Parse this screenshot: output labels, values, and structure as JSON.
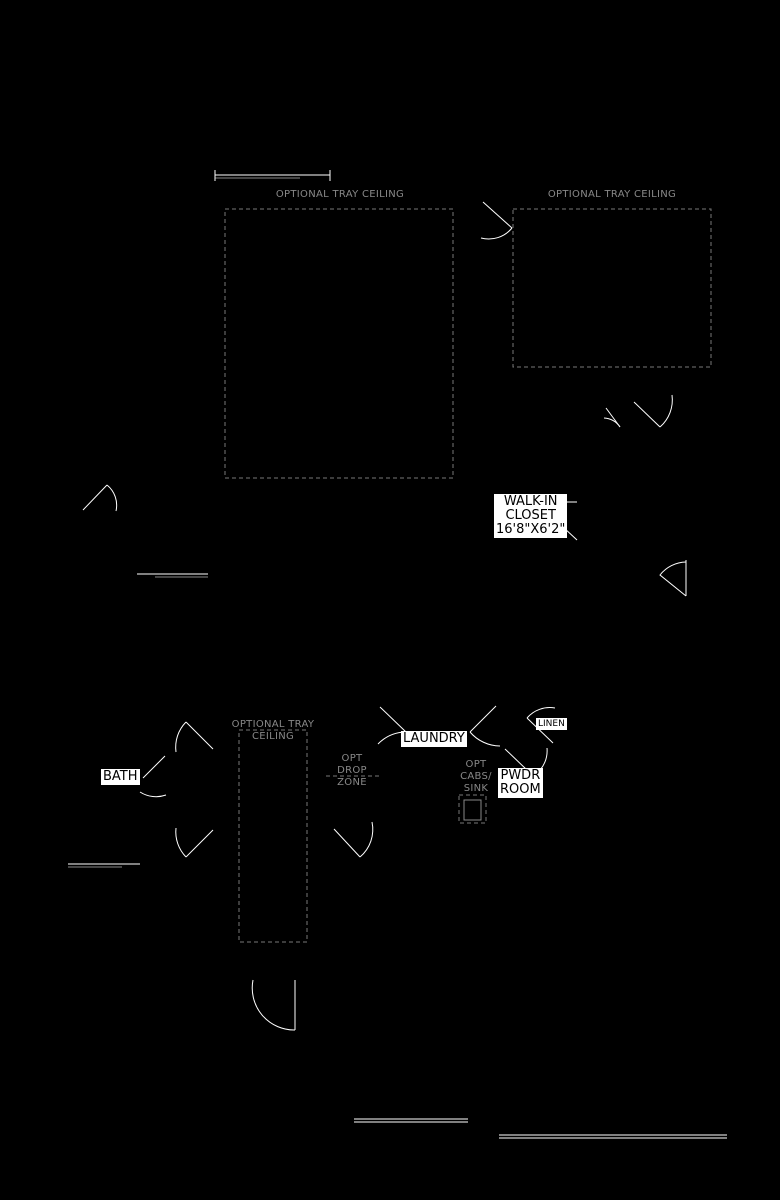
{
  "background_color": "#000000",
  "line_color": "#ffffff",
  "labels": {
    "tray_ceiling_1": "OPTIONAL TRAY CEILING",
    "tray_ceiling_2": "OPTIONAL TRAY CEILING",
    "tray_ceiling_3_line1": "OPTIONAL TRAY",
    "tray_ceiling_3_line2": "CEILING",
    "opt_drop_zone": [
      "OPT",
      "DROP",
      "ZONE"
    ],
    "opt_cabs_sink": [
      "OPT",
      "CABS/",
      "SINK"
    ]
  },
  "rooms": {
    "walk_in_closet": [
      "WALK-IN",
      "CLOSET",
      "16'8\"X6'2\""
    ],
    "laundry": "LAUNDRY",
    "linen": "LINEN",
    "pwdr_room": [
      "PWDR",
      "ROOM"
    ],
    "bath": "BATH"
  }
}
